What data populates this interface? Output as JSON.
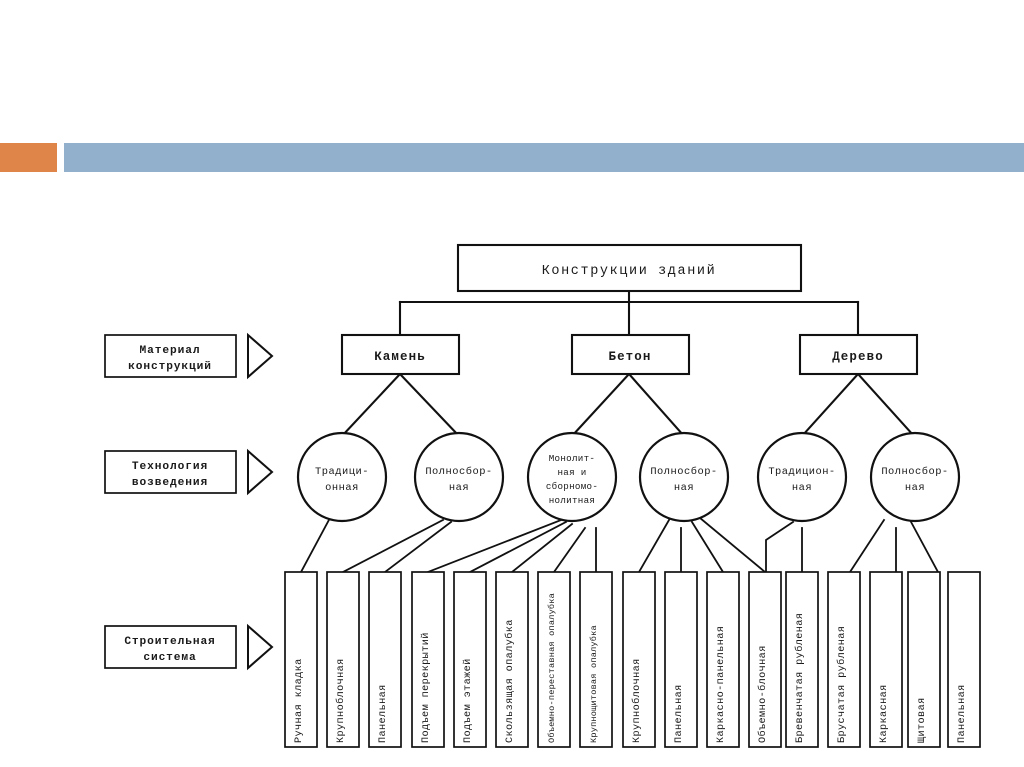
{
  "slide": {
    "background_color": "#ffffff",
    "accent_band_color": "#e0854a",
    "main_band_color": "#92b0cc"
  },
  "diagram": {
    "type": "hierarchy-tree",
    "root": {
      "label": "Конструкции зданий"
    },
    "row_labels": [
      {
        "label_line1": "Материал",
        "label_line2": "конструкций"
      },
      {
        "label_line1": "Технология",
        "label_line2": "возведения"
      },
      {
        "label_line1": "Строительная",
        "label_line2": "система"
      }
    ],
    "materials": [
      {
        "label": "Камень"
      },
      {
        "label": "Бетон"
      },
      {
        "label": "Дерево"
      }
    ],
    "technologies": [
      {
        "lines": [
          "Традици-",
          "онная"
        ]
      },
      {
        "lines": [
          "Полносбор-",
          "ная"
        ]
      },
      {
        "lines": [
          "Монолит-",
          "ная и",
          "сборномо-",
          "нолитная"
        ]
      },
      {
        "lines": [
          "Полносбор-",
          "ная"
        ]
      },
      {
        "lines": [
          "Традицион-",
          "ная"
        ]
      },
      {
        "lines": [
          "Полносбор-",
          "ная"
        ]
      }
    ],
    "systems": [
      {
        "label": "Ручная кладка"
      },
      {
        "label": "Крупноблочная"
      },
      {
        "label": "Панельная"
      },
      {
        "label": "Подъем перекрытий"
      },
      {
        "label": "Подъем этажей"
      },
      {
        "label": "Скользящая опалубка"
      },
      {
        "label": "Объемно-переставная опалубка"
      },
      {
        "label": "Крупнощитовая опалубка"
      },
      {
        "label": "Крупноблочная"
      },
      {
        "label": "Панельная"
      },
      {
        "label": "Каркасно-панельная"
      },
      {
        "label": "Объемно-блочная"
      },
      {
        "label": "Бревенчатая рубленая"
      },
      {
        "label": "Брусчатая рубленая"
      },
      {
        "label": "Каркасная"
      },
      {
        "label": "Щитовая"
      },
      {
        "label": "Панельная"
      }
    ]
  }
}
